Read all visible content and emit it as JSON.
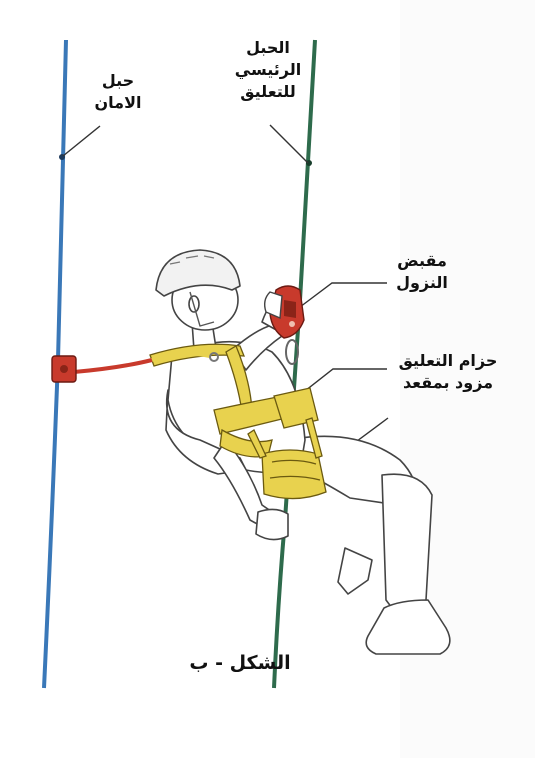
{
  "labels": {
    "safety_rope": [
      "حبل",
      "الامان"
    ],
    "main_rope": [
      "الحبل",
      "الرئيسي",
      "للتعليق"
    ],
    "descender": [
      "مقبض",
      "النزول"
    ],
    "harness": [
      "حزام التعليق",
      "مزود بمقعد"
    ]
  },
  "caption": "الشكل - ب",
  "colors": {
    "safety_rope": "#3a78b8",
    "main_rope": "#2e6b4c",
    "harness": "#e8d24e",
    "device": "#c83a2c",
    "outline": "#3a3a3a"
  }
}
